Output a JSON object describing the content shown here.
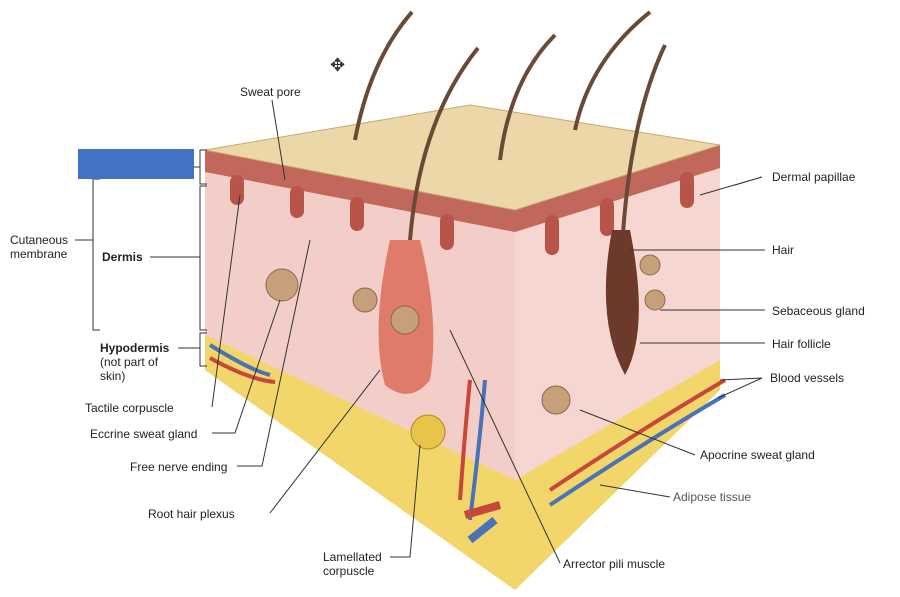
{
  "labels": {
    "sweat_pore": "Sweat pore",
    "dermal_papillae": "Dermal papillae",
    "hair": "Hair",
    "sebaceous_gland": "Sebaceous gland",
    "hair_follicle": "Hair follicle",
    "blood_vessels": "Blood vessels",
    "apocrine_sweat_gland": "Apocrine sweat gland",
    "adipose_tissue": "Adipose tissue",
    "arrector_pili_muscle": "Arrector pili muscle",
    "lamellated_corpuscle_1": "Lamellated",
    "lamellated_corpuscle_2": "corpuscle",
    "root_hair_plexus": "Root hair plexus",
    "free_nerve_ending": "Free nerve ending",
    "eccrine_sweat_gland": "Eccrine sweat gland",
    "tactile_corpuscle": "Tactile corpuscle",
    "hypodermis": "Hypodermis",
    "hypodermis_note_1": "(not part of",
    "hypodermis_note_2": "skin)",
    "dermis": "Dermis",
    "cutaneous_1": "Cutaneous",
    "cutaneous_2": "membrane"
  },
  "colors": {
    "cover_box": "#4472c4",
    "epidermis": "#e8cfa0",
    "dermis": "#f3c9c4",
    "papillae": "#b8544a",
    "fat": "#f2d66a",
    "artery": "#c9463a",
    "vein": "#4a72b8"
  }
}
